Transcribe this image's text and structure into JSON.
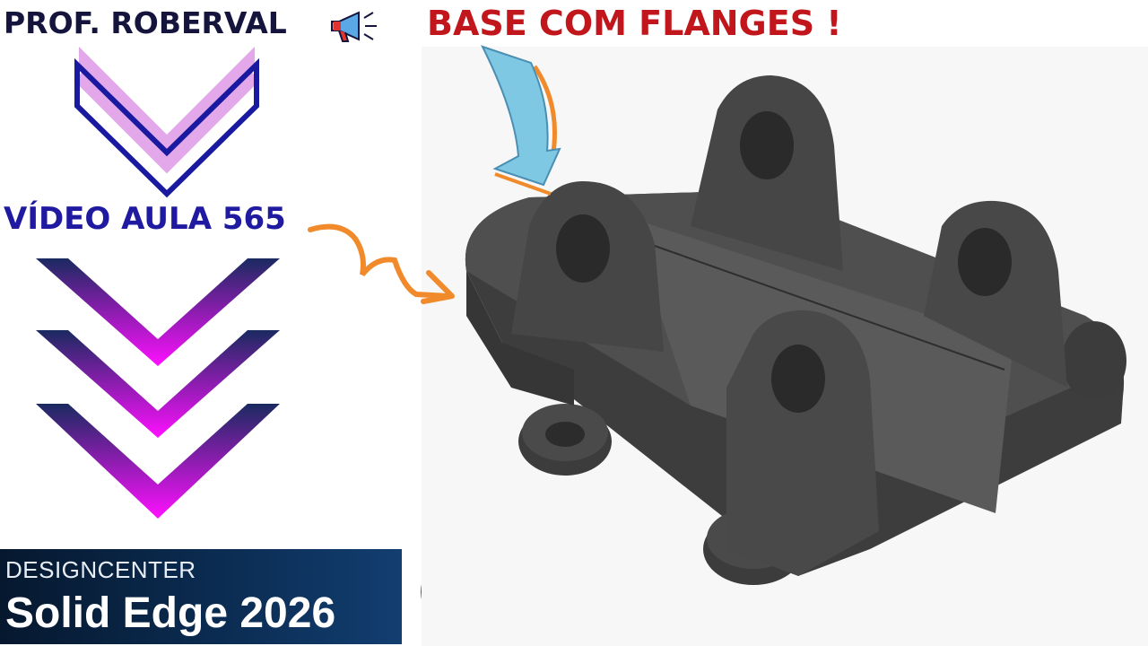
{
  "header": {
    "author": "PROF. ROBERVAL",
    "title": "BASE COM FLANGES !"
  },
  "lesson": {
    "label": "VÍDEO AULA 565"
  },
  "brand": {
    "subtitle": "DESIGNCENTER",
    "product": "Solid Edge 2026"
  },
  "icons": {
    "megaphone": "megaphone-icon",
    "check": "check-circle-icon",
    "chevrons": "chevron-down-icon"
  },
  "colors": {
    "title_red": "#c0161c",
    "author_navy": "#14143c",
    "lesson_blue": "#1f1aa0",
    "chevron_magenta": "#ff10ff",
    "chevron_navy": "#1a2a60",
    "arrow_orange": "#f08a2a",
    "arrow_cyan": "#7ec8e3",
    "check_purple": "#6a1aa8",
    "part_gray": "#4a4a4a"
  }
}
